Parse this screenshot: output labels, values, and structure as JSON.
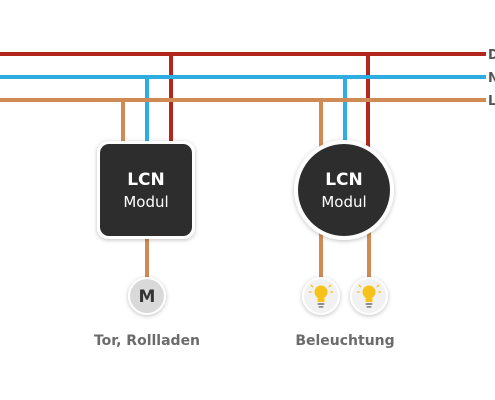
{
  "rails": [
    {
      "id": "d",
      "label": "D",
      "color": "#b3261e"
    },
    {
      "id": "n",
      "label": "N",
      "color": "#2eaee0"
    },
    {
      "id": "l",
      "label": "L",
      "color": "#d08b55"
    }
  ],
  "modules": [
    {
      "id": "left",
      "shape": "rounded-square",
      "title": "LCN",
      "subtitle": "Modul"
    },
    {
      "id": "right",
      "shape": "circle",
      "title": "LCN",
      "subtitle": "Modul"
    }
  ],
  "motor": {
    "symbol": "M",
    "icon": "motor-icon"
  },
  "lamps": [
    {
      "icon": "light-bulb-icon"
    },
    {
      "icon": "light-bulb-icon"
    }
  ],
  "captions": {
    "left": "Tor, Rollladen",
    "right": "Beleuchtung"
  },
  "colors": {
    "module_fill": "#2d2d2d",
    "device_fill": "#f1f1f1",
    "bulb": "#f6c21c",
    "caption": "#6b6b6b"
  }
}
